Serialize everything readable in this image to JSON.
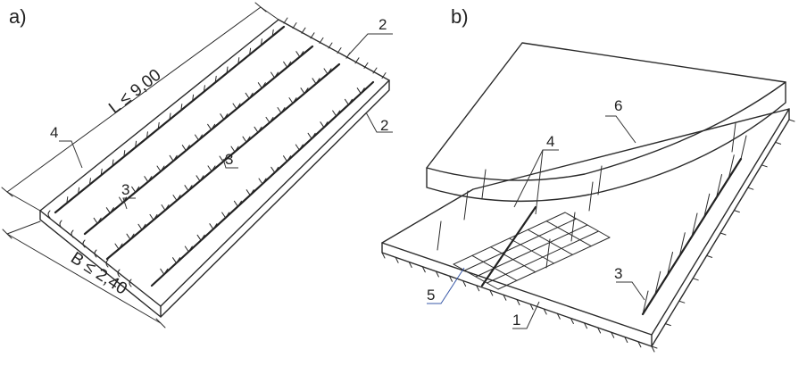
{
  "figure": {
    "panel_a": {
      "label": "a)",
      "length_dim": "L ≤ 9,00",
      "width_dim": "B ≤ 2,40",
      "callouts": {
        "c2_top": "2",
        "c2_side": "2",
        "c3_center": "3",
        "c3_left": "3",
        "c4": "4"
      }
    },
    "panel_b": {
      "label": "b)",
      "callouts": {
        "c6": "6",
        "c4": "4",
        "c5": "5",
        "c3": "3",
        "c1": "1"
      }
    }
  }
}
